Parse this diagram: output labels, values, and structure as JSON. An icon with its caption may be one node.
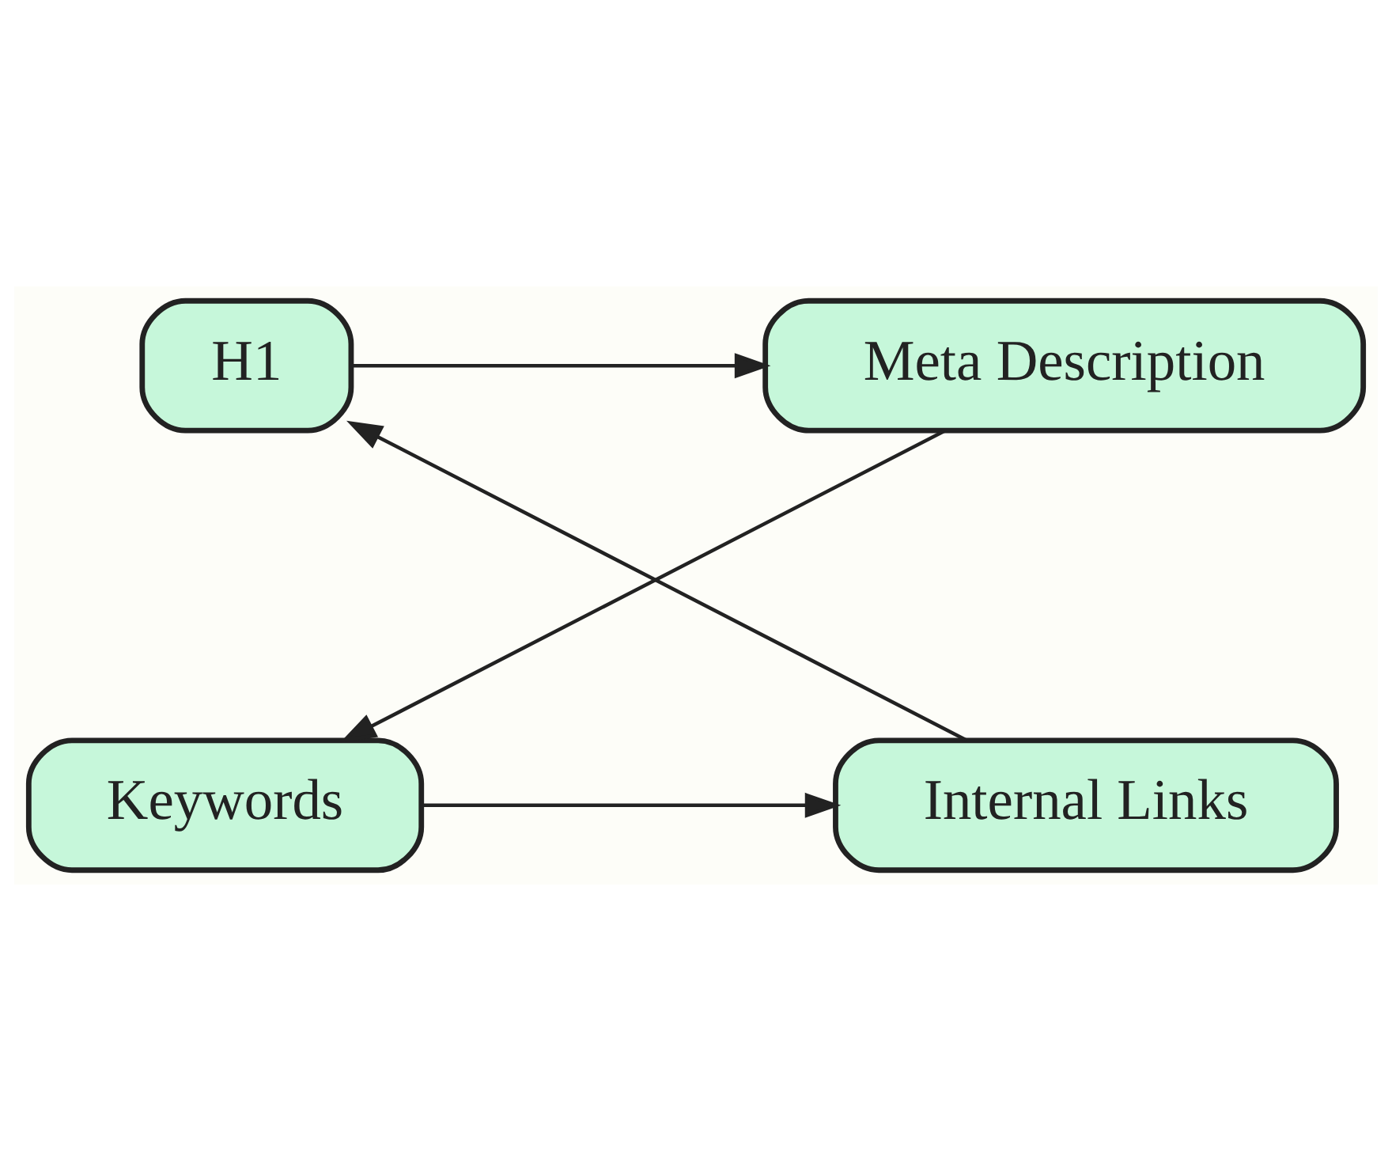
{
  "diagram": {
    "nodes": [
      {
        "text": [
          "H1"
        ]
      },
      {
        "text": [
          "Meta Description"
        ]
      },
      {
        "text": [
          "Keywords"
        ]
      },
      {
        "text": [
          "Internal Links"
        ]
      }
    ],
    "edges": [
      {
        "from": 0,
        "to": 1,
        "arrow": "to"
      },
      {
        "from": 1,
        "to": 2,
        "arrow": "to"
      },
      {
        "from": 2,
        "to": 3,
        "arrow": "to"
      },
      {
        "from": 3,
        "to": 0,
        "arrow": "to"
      }
    ]
  }
}
